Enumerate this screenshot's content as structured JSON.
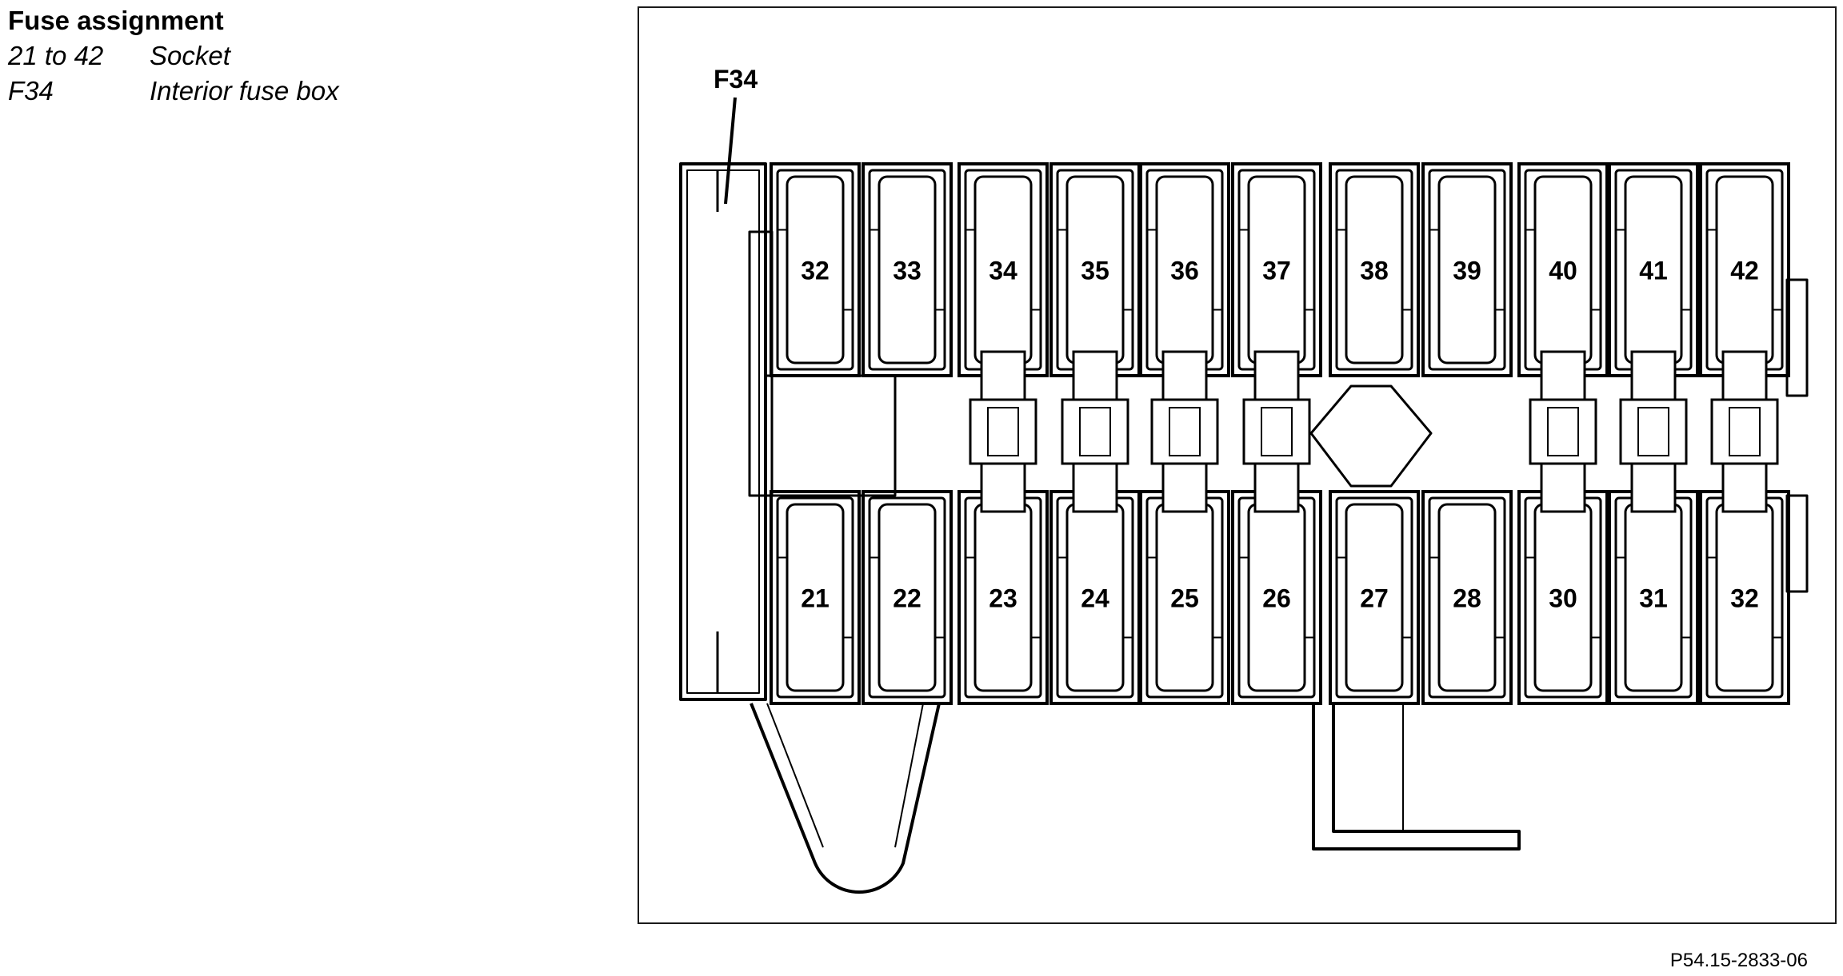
{
  "legend": {
    "title": "Fuse assignment",
    "rows": [
      {
        "code": "21 to 42",
        "desc": "Socket"
      },
      {
        "code": "F34",
        "desc": "Interior fuse box"
      }
    ]
  },
  "diagram": {
    "callout_label": "F34",
    "top_row": [
      "32",
      "33",
      "34",
      "35",
      "36",
      "37",
      "38",
      "39",
      "40",
      "41",
      "42"
    ],
    "bottom_row": [
      "21",
      "22",
      "23",
      "24",
      "25",
      "26",
      "27",
      "28",
      "30",
      "31",
      "32"
    ]
  },
  "reference": "P54.15-2833-06"
}
